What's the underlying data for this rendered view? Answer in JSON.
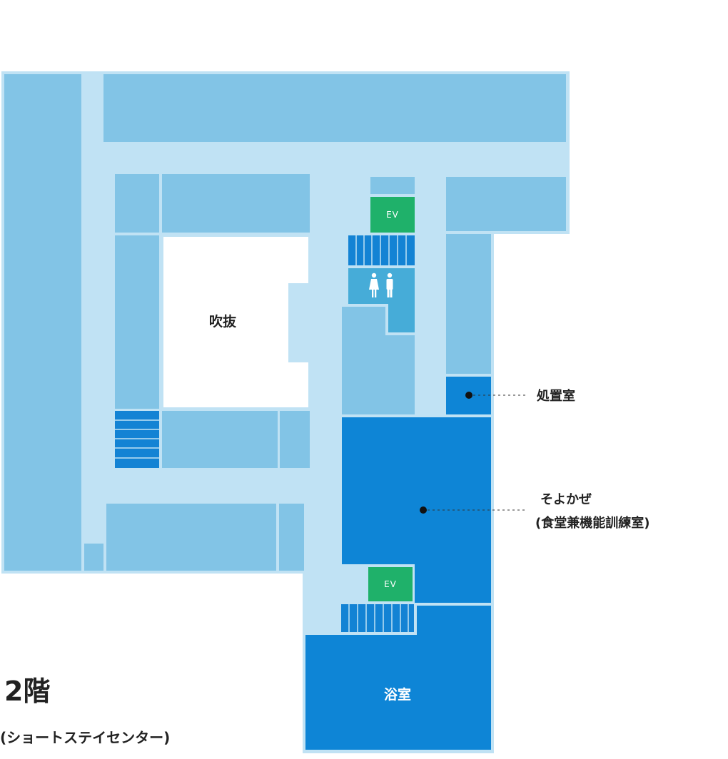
{
  "floor": {
    "title": "2階",
    "subtitle": "(ショートステイセンター)"
  },
  "labels": {
    "atrium": "吹抜",
    "bath": "浴室",
    "ev_upper": "EV",
    "ev_lower": "EV"
  },
  "callouts": {
    "treatment_room": "処置室",
    "soyokaze_line1": "そよかぜ",
    "soyokaze_line2": "(食堂兼機能訓練室)"
  },
  "icons": {
    "restroom": "restroom-icon",
    "stairs": "stairs-icon"
  },
  "colors": {
    "corridor": "#c0e2f4",
    "room": "#82c4e6",
    "highlight_room": "#0e85d6",
    "restroom": "#46acd8",
    "elevator": "#1fb16a",
    "stairs": "#1383d4",
    "void": "#ffffff",
    "text": "#222222"
  }
}
